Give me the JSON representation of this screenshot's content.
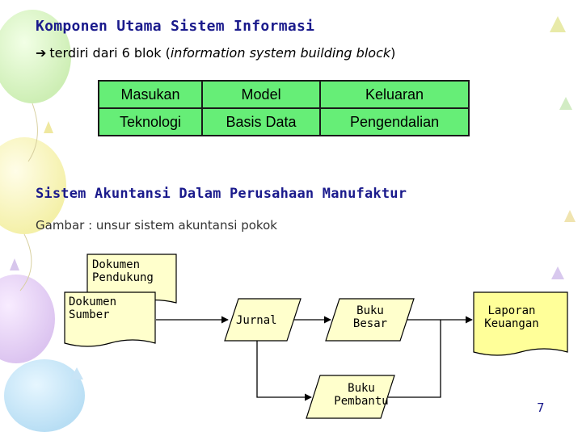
{
  "slide": {
    "title": "Komponen Utama Sistem Informasi",
    "subtitle_prefix": "terdiri dari 6 blok (",
    "subtitle_italic": "information system building block",
    "subtitle_suffix": ")",
    "section_title": "Sistem Akuntansi Dalam Perusahaan Manufaktur",
    "caption": "Gambar : unsur sistem akuntansi pokok",
    "page_number": "7"
  },
  "blocks": {
    "rows": [
      [
        "Masukan",
        "Model",
        "Keluaran"
      ],
      [
        "Teknologi",
        "Basis Data",
        "Pengendalian"
      ]
    ],
    "fill_color": "#66ee77"
  },
  "diagram": {
    "dokumen_pendukung": [
      "Dokumen",
      "Pendukung"
    ],
    "dokumen_sumber": [
      "Dokumen",
      "Sumber"
    ],
    "jurnal": "Jurnal",
    "buku_besar": [
      "Buku",
      "Besar"
    ],
    "buku_pembantu": [
      "Buku",
      "Pembantu"
    ],
    "laporan_keuangan": [
      "Laporan",
      "Keuangan"
    ],
    "colors": {
      "document_fill": "#ffffcc",
      "parallelogram_fill": "#ffffcc",
      "laporan_fill": "#ffff99"
    }
  }
}
